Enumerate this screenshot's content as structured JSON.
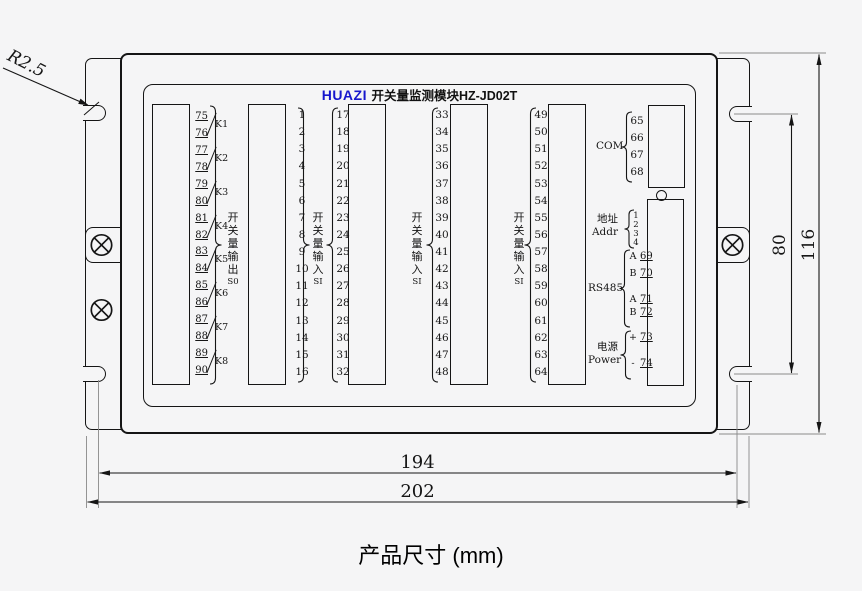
{
  "header": {
    "brand": "HUAZI",
    "brand_color": "#1616cd",
    "title": "开关量监测模块HZ-JD02T"
  },
  "output": {
    "label": {
      "chars": "开关量输出",
      "sub": "S0"
    },
    "pairs": [
      {
        "t": "75",
        "b": "76",
        "k": "K1"
      },
      {
        "t": "77",
        "b": "78",
        "k": "K2"
      },
      {
        "t": "79",
        "b": "80",
        "k": "K3"
      },
      {
        "t": "81",
        "b": "82",
        "k": "K4"
      },
      {
        "t": "83",
        "b": "84",
        "k": "K5"
      },
      {
        "t": "85",
        "b": "86",
        "k": "K6"
      },
      {
        "t": "87",
        "b": "88",
        "k": "K7"
      },
      {
        "t": "89",
        "b": "90",
        "k": "K8"
      }
    ]
  },
  "inputs": {
    "label": {
      "chars": "开关量输入",
      "sub": "SI"
    },
    "col1": [
      "1",
      "2",
      "3",
      "4",
      "5",
      "6",
      "7",
      "8",
      "9",
      "10",
      "11",
      "12",
      "13",
      "14",
      "15",
      "16"
    ],
    "col2": [
      "17",
      "18",
      "19",
      "20",
      "21",
      "22",
      "23",
      "24",
      "25",
      "26",
      "27",
      "28",
      "29",
      "30",
      "31",
      "32"
    ],
    "col3": [
      "33",
      "34",
      "35",
      "36",
      "37",
      "38",
      "39",
      "40",
      "41",
      "42",
      "43",
      "44",
      "45",
      "46",
      "47",
      "48"
    ],
    "col4": [
      "49",
      "50",
      "51",
      "52",
      "53",
      "54",
      "55",
      "56",
      "57",
      "58",
      "59",
      "60",
      "61",
      "62",
      "63",
      "64"
    ]
  },
  "right": {
    "com": {
      "label": "COM",
      "terminals": [
        "65",
        "66",
        "67",
        "68"
      ]
    },
    "addr": {
      "cn": "地址",
      "en": "Addr",
      "terminals": [
        "1",
        "2",
        "3",
        "4"
      ]
    },
    "rs485": {
      "label": "RS485",
      "rows": [
        {
          "pin": "A",
          "num": "69"
        },
        {
          "pin": "B",
          "num": "70"
        },
        {
          "pin": "A",
          "num": "71"
        },
        {
          "pin": "B",
          "num": "72"
        }
      ]
    },
    "power": {
      "cn": "电源",
      "en": "Power",
      "rows": [
        {
          "pin": "+",
          "num": "73"
        },
        {
          "pin": "-",
          "num": "74"
        }
      ]
    }
  },
  "dims": {
    "radius": "R2.5",
    "inner_height": "80",
    "outer_height": "116",
    "inner_width": "194",
    "outer_width": "202"
  },
  "caption": "产品尺寸 (mm)"
}
